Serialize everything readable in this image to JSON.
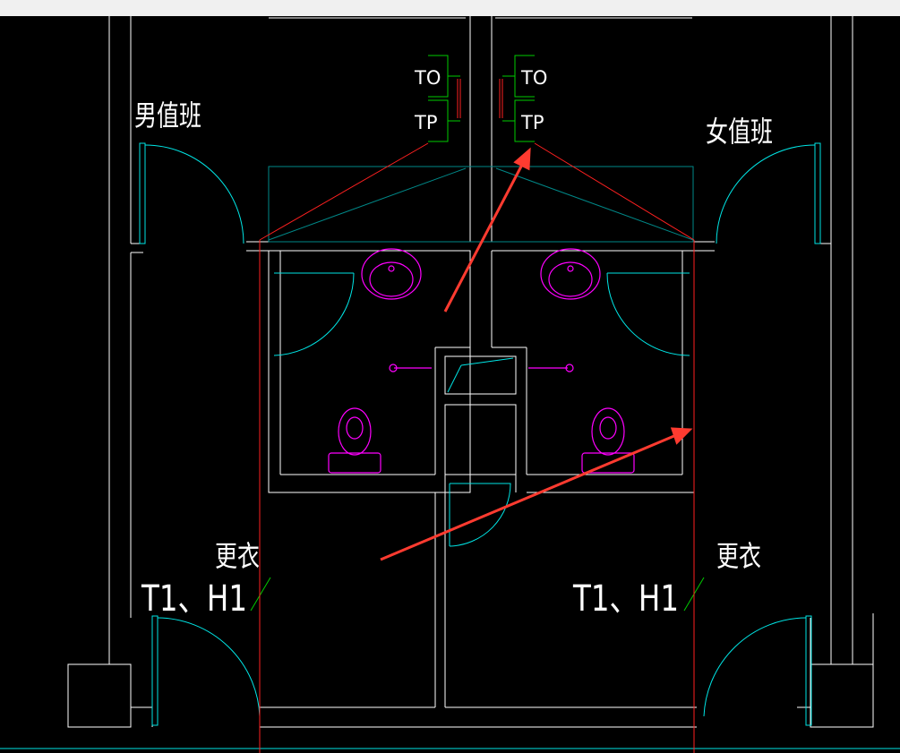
{
  "colors": {
    "background": "#000000",
    "wall": "#ffffff",
    "door": "#00e5e5",
    "fixture": "#ff00ff",
    "outlet": "#00cc00",
    "leader": "#ff2020",
    "arrow": "#ff3b30",
    "topbar": "#f0f0f0"
  },
  "rooms": {
    "male_duty": "男值班",
    "female_duty": "女值班",
    "changing_left": "更衣",
    "changing_right": "更衣"
  },
  "tags": {
    "left": "T1、H1",
    "right": "T1、H1"
  },
  "outlets": {
    "left_to": "TO",
    "left_tp": "TP",
    "right_to": "TO",
    "right_tp": "TP"
  }
}
